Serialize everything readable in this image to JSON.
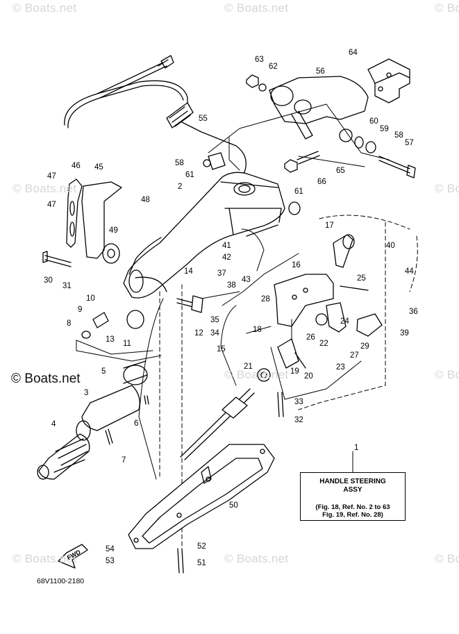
{
  "watermark": {
    "text": "© Boats.net"
  },
  "caption": {
    "title_line1": "HANDLE STEERING",
    "title_line2": "ASSY",
    "ref_line1": "(Fig. 18, Ref. No. 2 to 63",
    "ref_line2": "Fig. 19, Ref. No. 28)"
  },
  "part_number": "68V1100-2180",
  "fwd_label": "FWD",
  "callouts": [
    "1",
    "2",
    "3",
    "4",
    "5",
    "6",
    "7",
    "8",
    "9",
    "10",
    "11",
    "12",
    "13",
    "14",
    "15",
    "16",
    "17",
    "18",
    "19",
    "20",
    "21",
    "22",
    "23",
    "24",
    "25",
    "26",
    "27",
    "28",
    "29",
    "30",
    "31",
    "32",
    "33",
    "34",
    "35",
    "36",
    "37",
    "38",
    "39",
    "40",
    "41",
    "42",
    "43",
    "44",
    "45",
    "46",
    "47",
    "47",
    "48",
    "49",
    "50",
    "51",
    "52",
    "53",
    "54",
    "55",
    "56",
    "57",
    "58",
    "58",
    "59",
    "60",
    "61",
    "61",
    "62",
    "63",
    "64",
    "65",
    "66"
  ]
}
